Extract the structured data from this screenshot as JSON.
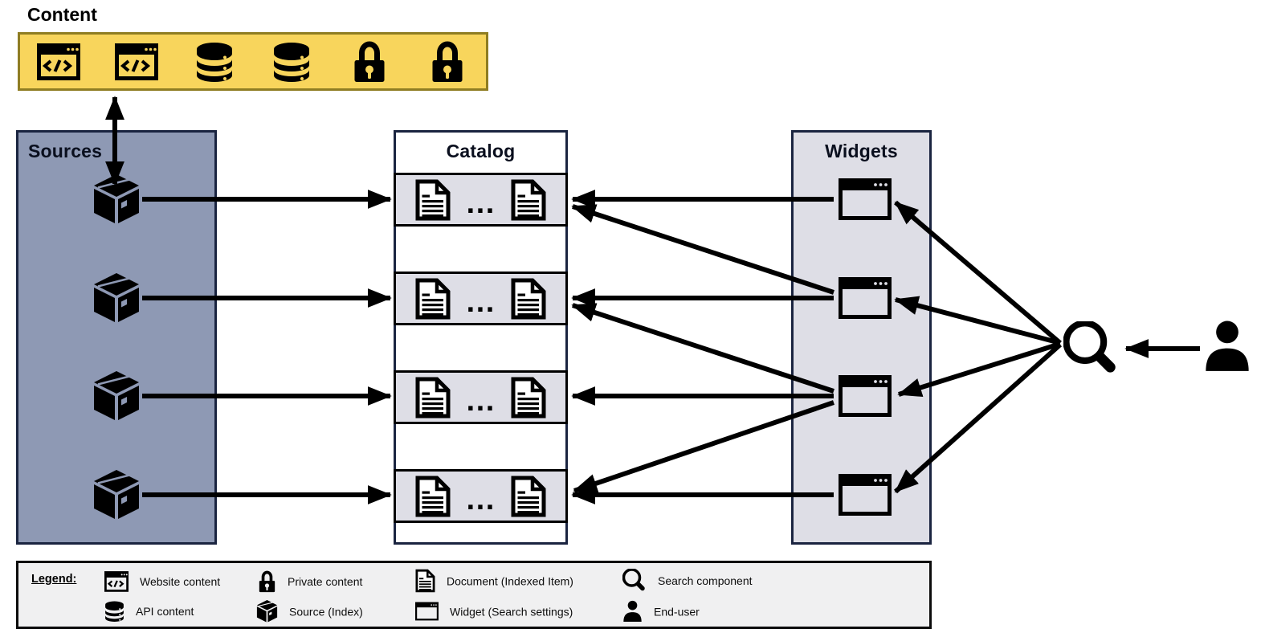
{
  "colors": {
    "canvas_bg": "#FFFFFF",
    "content_fill": "#F8D55C",
    "content_border": "#8F7D22",
    "sources_fill": "#8E99B4",
    "panel_border": "#1A2440",
    "row_fill": "#DEDEE6",
    "legend_fill": "#F0F0F1",
    "arrow": "#000000",
    "icon_ink": "#000000"
  },
  "content": {
    "label": "Content",
    "icons": [
      "website-icon",
      "website-icon",
      "database-icon",
      "database-icon",
      "lock-icon",
      "lock-icon"
    ]
  },
  "sources": {
    "label": "Sources",
    "items": [
      "source-1",
      "source-2",
      "source-3",
      "source-4"
    ]
  },
  "catalog": {
    "label": "Catalog",
    "ellipsis": "…",
    "rows": [
      "catalog-row-1",
      "catalog-row-2",
      "catalog-row-3",
      "catalog-row-4"
    ],
    "row_pattern": "document ... document"
  },
  "widgets": {
    "label": "Widgets",
    "items": [
      "widget-1",
      "widget-2",
      "widget-3",
      "widget-4"
    ]
  },
  "actors": {
    "search": "search-component",
    "user": "end-user"
  },
  "legend": {
    "title": "Legend:",
    "items": [
      {
        "icon": "website-icon",
        "label": "Website content"
      },
      {
        "icon": "lock-icon",
        "label": "Private content"
      },
      {
        "icon": "document-icon",
        "label": "Document (Indexed Item)"
      },
      {
        "icon": "search-icon",
        "label": "Search component"
      },
      {
        "icon": "database-icon",
        "label": "API content"
      },
      {
        "icon": "cube-icon",
        "label": "Source (Index)"
      },
      {
        "icon": "widget-icon",
        "label": "Widget (Search settings)"
      },
      {
        "icon": "user-icon",
        "label": "End-user"
      }
    ]
  },
  "edges": [
    {
      "from": "content-box",
      "to": "sources-panel",
      "style": "double"
    },
    {
      "from": "source-1",
      "to": "catalog-row-1"
    },
    {
      "from": "source-2",
      "to": "catalog-row-2"
    },
    {
      "from": "source-3",
      "to": "catalog-row-3"
    },
    {
      "from": "source-4",
      "to": "catalog-row-4"
    },
    {
      "from": "widget-1",
      "to": "catalog-row-1"
    },
    {
      "from": "widget-2",
      "to": "catalog-row-1"
    },
    {
      "from": "widget-2",
      "to": "catalog-row-2"
    },
    {
      "from": "widget-3",
      "to": "catalog-row-2"
    },
    {
      "from": "widget-3",
      "to": "catalog-row-3"
    },
    {
      "from": "widget-3",
      "to": "catalog-row-4"
    },
    {
      "from": "widget-4",
      "to": "catalog-row-4"
    },
    {
      "from": "search-component",
      "to": "widget-1"
    },
    {
      "from": "search-component",
      "to": "widget-2"
    },
    {
      "from": "search-component",
      "to": "widget-3"
    },
    {
      "from": "search-component",
      "to": "widget-4"
    },
    {
      "from": "end-user",
      "to": "search-component"
    }
  ]
}
